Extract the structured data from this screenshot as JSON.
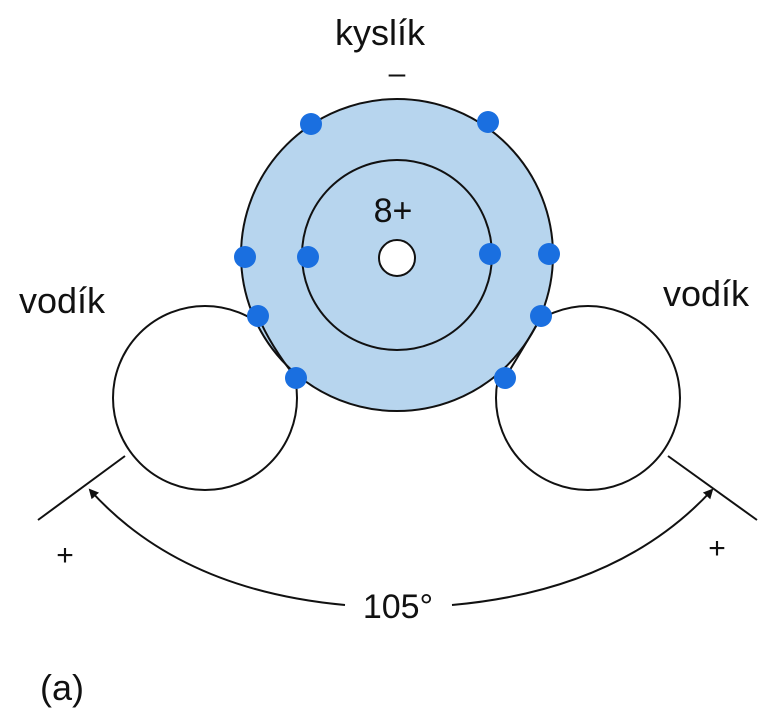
{
  "labels": {
    "oxygen": "kyslík",
    "oxygen_charge": "–",
    "nucleus_charge": "8+",
    "hydrogen_left": "vodík",
    "hydrogen_right": "vodík",
    "plus_left": "+",
    "plus_right": "+",
    "angle": "105°",
    "panel": "(a)"
  },
  "colors": {
    "oxygen_fill": "#b7d5ee",
    "electron": "#1a6fe0",
    "stroke": "#111111"
  },
  "electron_count": 10
}
